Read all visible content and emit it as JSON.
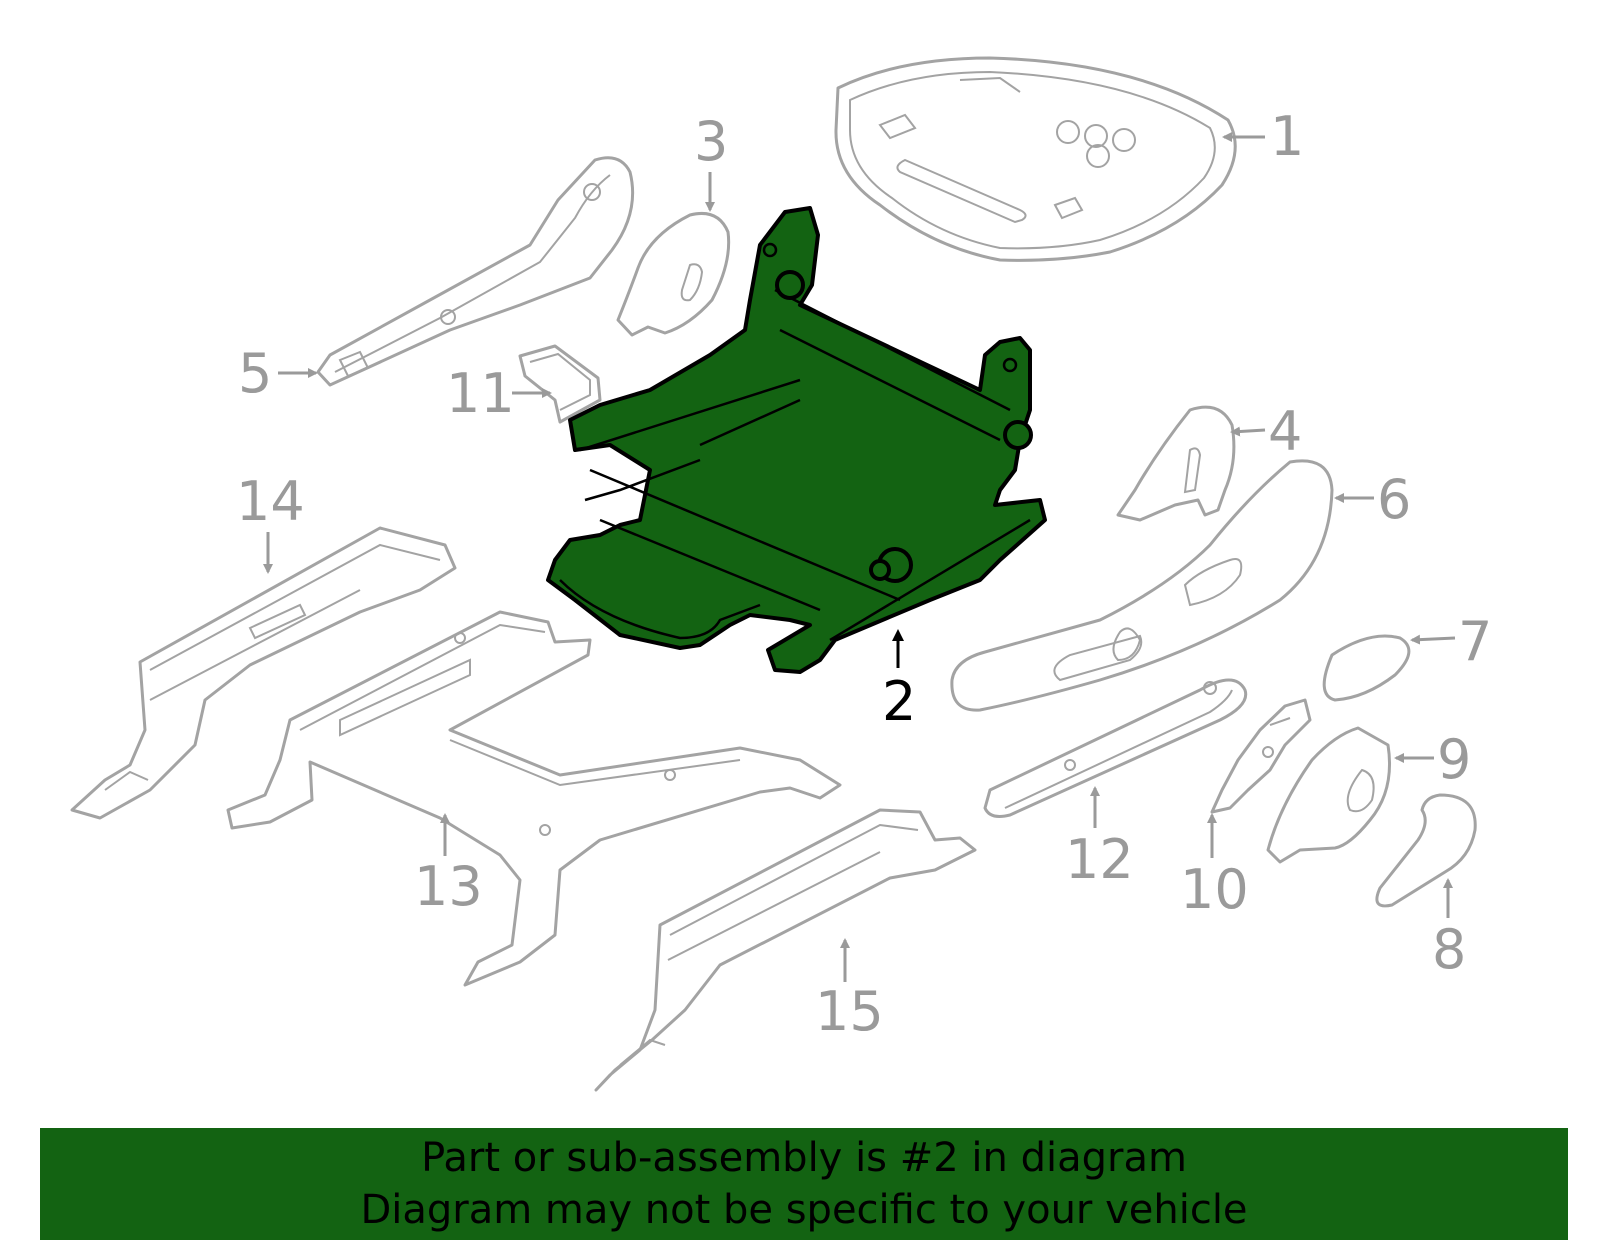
{
  "colors": {
    "highlight": "#136312",
    "outline": "#a3a3a3",
    "callout_active": "#000000",
    "callout_inactive": "#9a9a9a"
  },
  "callouts": [
    "1",
    "2",
    "3",
    "4",
    "5",
    "6",
    "7",
    "8",
    "9",
    "10",
    "11",
    "12",
    "13",
    "14",
    "15"
  ],
  "highlighted_part": "2",
  "banner": {
    "line1": "Part or sub-assembly is #2 in diagram",
    "line2": "Diagram may not be specific to your vehicle"
  }
}
